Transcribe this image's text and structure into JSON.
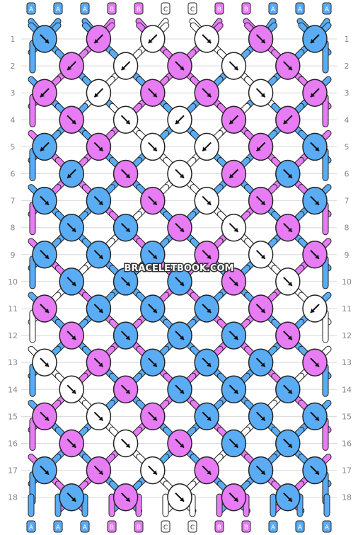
{
  "watermark": "BRACELETBOOK.COM",
  "colors": {
    "A": "#5aacf5",
    "B": "#e77cf5",
    "C": "#ffffff",
    "outline": "#222222",
    "grid": "#d8d8d8",
    "row_number": "#888888",
    "string_label": "#ffffff"
  },
  "strings_top": [
    "A",
    "A",
    "A",
    "B",
    "B",
    "C",
    "C",
    "B",
    "B",
    "A",
    "A",
    "A"
  ],
  "strings_bottom": [
    "A",
    "A",
    "A",
    "B",
    "B",
    "C",
    "C",
    "B",
    "B",
    "A",
    "A",
    "A"
  ],
  "row_numbers": [
    "1",
    "2",
    "3",
    "4",
    "5",
    "6",
    "7",
    "8",
    "9",
    "10",
    "11",
    "12",
    "13",
    "14",
    "15",
    "16",
    "17",
    "18"
  ],
  "knots": [
    [
      [
        "A",
        "R"
      ],
      [
        "B",
        "L"
      ],
      [
        "C",
        "L"
      ],
      [
        "C",
        "R"
      ],
      [
        "B",
        "R"
      ],
      [
        "A",
        "L"
      ]
    ],
    [
      [
        "B",
        "L"
      ],
      [
        "C",
        "L"
      ],
      [
        "B",
        "R"
      ],
      [
        "C",
        "R"
      ],
      [
        "B",
        "R"
      ]
    ],
    [
      [
        "B",
        "L"
      ],
      [
        "C",
        "BL"
      ],
      [
        "B",
        "R"
      ],
      [
        "B",
        "R"
      ],
      [
        "C",
        "BR"
      ],
      [
        "B",
        "L"
      ]
    ],
    [
      [
        "B",
        "R"
      ],
      [
        "C",
        "R"
      ],
      [
        "C",
        "L"
      ],
      [
        "B",
        "L"
      ],
      [
        "B",
        "L"
      ]
    ],
    [
      [
        "A",
        "L"
      ],
      [
        "B",
        "R"
      ],
      [
        "C",
        "R"
      ],
      [
        "C",
        "L"
      ],
      [
        "B",
        "L"
      ],
      [
        "A",
        "R"
      ]
    ],
    [
      [
        "A",
        "BL"
      ],
      [
        "B",
        "R"
      ],
      [
        "C",
        "R"
      ],
      [
        "B",
        "L"
      ],
      [
        "A",
        "BR"
      ]
    ],
    [
      [
        "A",
        "R"
      ],
      [
        "A",
        "R"
      ],
      [
        "B",
        "R"
      ],
      [
        "C",
        "R"
      ],
      [
        "B",
        "R"
      ],
      [
        "A",
        "R"
      ]
    ],
    [
      [
        "A",
        "R"
      ],
      [
        "A",
        "R"
      ],
      [
        "B",
        "R"
      ],
      [
        "C",
        "R"
      ],
      [
        "B",
        "R"
      ]
    ],
    [
      [
        "A",
        "R"
      ],
      [
        "A",
        "R"
      ],
      [
        "A",
        "R"
      ],
      [
        "B",
        "R"
      ],
      [
        "C",
        "R"
      ],
      [
        "B",
        "R"
      ]
    ],
    [
      [
        "A",
        "R"
      ],
      [
        "A",
        "R"
      ],
      [
        "A",
        "R"
      ],
      [
        "B",
        "R"
      ],
      [
        "C",
        "R"
      ]
    ],
    [
      [
        "B",
        "R"
      ],
      [
        "A",
        "R"
      ],
      [
        "A",
        "R"
      ],
      [
        "A",
        "R"
      ],
      [
        "B",
        "R"
      ],
      [
        "C",
        "L"
      ]
    ],
    [
      [
        "B",
        "R"
      ],
      [
        "A",
        "R"
      ],
      [
        "A",
        "R"
      ],
      [
        "A",
        "R"
      ],
      [
        "B",
        "R"
      ]
    ],
    [
      [
        "C",
        "R"
      ],
      [
        "B",
        "R"
      ],
      [
        "A",
        "R"
      ],
      [
        "A",
        "R"
      ],
      [
        "A",
        "R"
      ],
      [
        "B",
        "R"
      ]
    ],
    [
      [
        "C",
        "R"
      ],
      [
        "B",
        "R"
      ],
      [
        "A",
        "R"
      ],
      [
        "A",
        "R"
      ],
      [
        "A",
        "R"
      ]
    ],
    [
      [
        "B",
        "R"
      ],
      [
        "C",
        "R"
      ],
      [
        "B",
        "R"
      ],
      [
        "A",
        "R"
      ],
      [
        "A",
        "R"
      ],
      [
        "A",
        "R"
      ]
    ],
    [
      [
        "B",
        "R"
      ],
      [
        "C",
        "R"
      ],
      [
        "B",
        "R"
      ],
      [
        "A",
        "R"
      ],
      [
        "A",
        "R"
      ]
    ],
    [
      [
        "A",
        "R"
      ],
      [
        "B",
        "R"
      ],
      [
        "C",
        "R"
      ],
      [
        "B",
        "R"
      ],
      [
        "A",
        "R"
      ],
      [
        "A",
        "R"
      ]
    ],
    [
      [
        "A",
        "R"
      ],
      [
        "B",
        "R"
      ],
      [
        "C",
        "R"
      ],
      [
        "B",
        "R"
      ],
      [
        "A",
        "R"
      ]
    ]
  ]
}
